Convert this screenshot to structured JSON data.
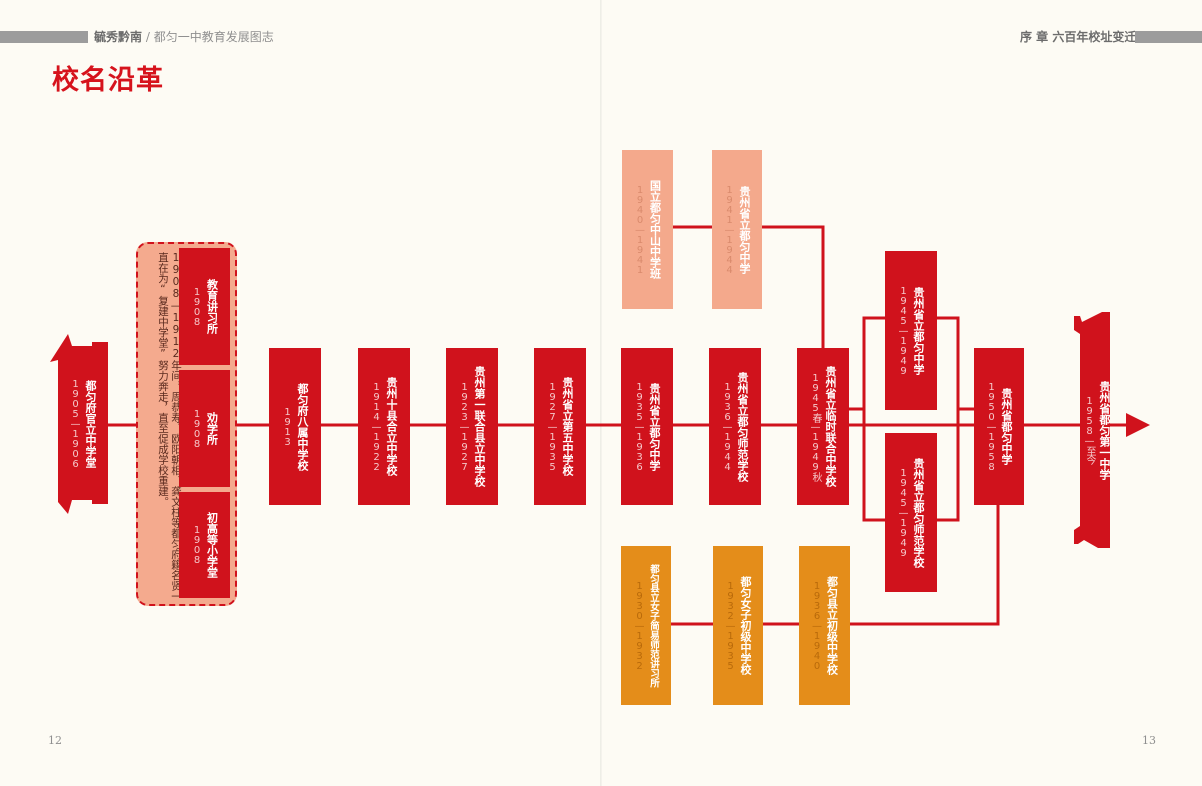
{
  "header": {
    "left_bold": "毓秀黔南",
    "left_separator": "/",
    "left_text": "都匀一中教育发展图志",
    "right_text": "序 章  六百年校址变迁"
  },
  "title": "校名沿革",
  "page_numbers": {
    "left": "12",
    "right": "13"
  },
  "group_note": "1908—1912年间，周恭寿、欧阳朝相、龚文柱等都匀府籍名贤一直在为“复建中学堂”努力奔走，直至促成学校重建。",
  "colors": {
    "primary_red": "#d0121c",
    "pink": "#f4a98c",
    "orange": "#e48d1a"
  },
  "nodes": {
    "start": {
      "name": "都匀府官立中学堂",
      "years": "1905—1906"
    },
    "g1": {
      "name": "教育讲习所",
      "years": "1908"
    },
    "g2": {
      "name": "劝学所",
      "years": "1908"
    },
    "g3": {
      "name": "初高等小学堂",
      "years": "1908"
    },
    "n1": {
      "name": "都匀府八属中学校",
      "years": "1913"
    },
    "n2": {
      "name": "贵州十县合立中学校",
      "years": "1914—1922"
    },
    "n3": {
      "name": "贵州第一联合县立中学校",
      "years": "1923—1927"
    },
    "n4": {
      "name": "贵州省立第五中学校",
      "years": "1927—1935"
    },
    "n5": {
      "name": "贵州省立都匀中学",
      "years": "1935—1936"
    },
    "n6": {
      "name": "贵州省立都匀师范学校",
      "years": "1936—1944"
    },
    "n7": {
      "name": "贵州省立临时联合中学校",
      "years": "1945春—1949秋"
    },
    "n8a": {
      "name": "贵州省立都匀中学",
      "years": "1945—1949"
    },
    "n8b": {
      "name": "贵州省立都匀师范学校",
      "years": "1945—1949"
    },
    "n9": {
      "name": "贵州省都匀中学",
      "years": "1950—1958"
    },
    "end": {
      "name": "贵州省都匀第一中学",
      "years": "1958—至今"
    },
    "p1": {
      "name": "国立都匀中山中学班",
      "years": "1940—1941"
    },
    "p2": {
      "name": "贵州省立都匀中学",
      "years": "1941—1944"
    },
    "o1": {
      "name": "都匀县立女子简易师范讲习所",
      "years": "1930—1932"
    },
    "o2": {
      "name": "都匀女子初级中学校",
      "years": "1932—1935"
    },
    "o3": {
      "name": "都匀县立初级中学校",
      "years": "1936—1940"
    }
  }
}
